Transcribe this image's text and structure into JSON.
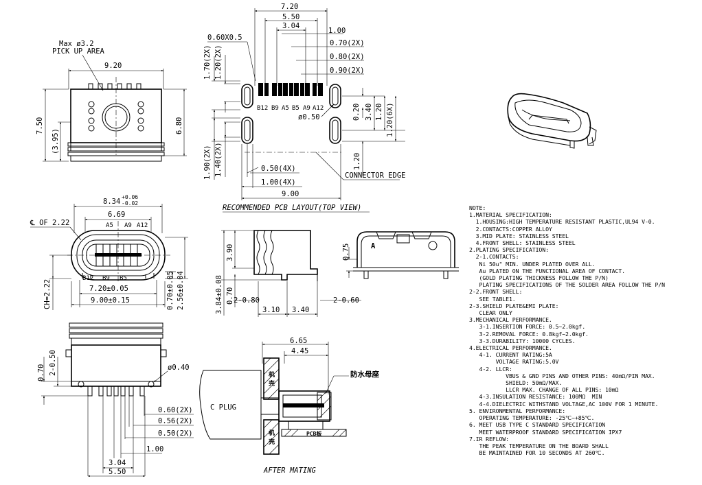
{
  "pcb_layout": {
    "title": "RECOMMENDED PCB LAYOUT(TOP VIEW)",
    "dims": {
      "w720": "7.20",
      "w550": "5.50",
      "w304": "3.04",
      "w100": "1.00",
      "w060x05": "0.60X0.5",
      "w070_2x": "0.70(2X)",
      "w080_2x": "0.80(2X)",
      "w090_2x": "0.90(2X)",
      "h170_2x": "1.70(2X)",
      "h120_2x": "1.20(2X)",
      "h190_2x": "1.90(2X)",
      "h140_2x": "1.40(2X)",
      "w050_4x": "0.50(4X)",
      "w100_4x": "1.00(4X)",
      "w900": "9.00",
      "d050": "ø0.50",
      "v020": "0.20",
      "v340": "3.40",
      "v120a": "1.20",
      "v120_6x": "1.20(6X)",
      "v120b": "1.20"
    },
    "pins": [
      "B12",
      "B9",
      "A5",
      "B5",
      "A9",
      "A12"
    ],
    "connector_edge": "CONNECTOR EDGE"
  },
  "top_view": {
    "max_label": "Max ø3.2",
    "pick_label": "PICK UP AREA",
    "w920": "9.20",
    "h750": "7.50",
    "h395": "(3.95)",
    "h680": "6.80"
  },
  "front_view": {
    "w834": "8.34",
    "tol_up": "+0.06",
    "tol_dn": "-0.02",
    "cl": "℄ OF 2.22",
    "w669": "6.69",
    "top_pins": [
      "A5",
      "A9",
      "A12"
    ],
    "bot_pins": [
      "B12",
      "B9",
      "B5"
    ],
    "w720": "7.20±0.05",
    "w900": "9.00±0.15",
    "ch": "CH=2.22",
    "h070": "0.70±0.05",
    "h256": "2.56±0.04"
  },
  "side_view": {
    "h390": "3.90",
    "h384": "3.84±0.08",
    "h070": "0.70",
    "w280": "2-0.80",
    "w310": "3.10",
    "w340": "3.40",
    "w260": "2-0.60",
    "h075": "0.75",
    "a_mark": "A"
  },
  "bottom_view": {
    "h070": "0.70",
    "h250": "2-0.50",
    "d040": "ø0.40",
    "w060_2x": "0.60(2X)",
    "w056_2x": "0.56(2X)",
    "w050_2x": "0.50(2X)",
    "w100": "1.00",
    "w304": "3.04",
    "w550": "5.50"
  },
  "mating": {
    "w665": "6.65",
    "w445": "4.45",
    "label_cn": "防水母座",
    "plug": "C PLUG",
    "shell_a": "机\n壳",
    "shell_b": "机\n壳",
    "pcb": "PCB板",
    "caption": "AFTER MATING"
  },
  "notes": [
    "NOTE:",
    "1.MATERIAL SPECIFICATION:",
    "  1.HOUSING:HIGH TEMPERATURE RESISTANT PLASTIC,UL94 V-0.",
    "  2.CONTACTS:COPPER ALLOY",
    "  3.MID PLATE: STAINLESS STEEL",
    "  4.FRONT SHELL: STAINLESS STEEL",
    "2.PLATING SPECIFICATION:",
    "  2-1.CONTACTS:",
    "   Ni 50u\" MIN. UNDER PLATED OVER ALL.",
    "   Au PLATED ON THE FUNCTIONAL AREA OF CONTACT.",
    "   (GOLD PLATING THICKNESS FOLLOW THE P/N)",
    "   PLATING SPECIFICATIONS OF THE SOLDER AREA FOLLOW THE P/N",
    "2-2.FRONT SHELL:",
    "   SEE TABLE1.",
    "2-3.SHIELD PLATE&EMI PLATE:",
    "   CLEAR ONLY",
    "3.MECHANICAL PERFORMANCE.",
    "   3-1.INSERTION FORCE: 0.5~2.0kgf.",
    "   3-2.REMOVAL FORCE: 0.8kgf~2.0kgf.",
    "   3-3.DURABILITY: 10000 CYCLES.",
    "4.ELECTRICAL PERFORMANCE.",
    "   4-1. CURRENT RATING:5A",
    "        VOLTAGE RATING:5.0V",
    "   4-2. LLCR:",
    "           VBUS & GND PINS AND OTHER PINS: 40mΩ/PIN MAX.",
    "           SHIELD: 50mΩ/MAX.",
    "           LLCR MAX. CHANGE OF ALL PINS: 10mΩ",
    "   4-3.INSULATION RESISTANCE: 100MΩ  MIN",
    "   4-4.DIELECTRIC WITHSTAND VOLTAGE,AC 100V FOR 1 MINUTE.",
    "5. ENVIRONMENTAL PERFORMANCE:",
    "   OPERATING TEMPERATURE: -25℃~+85℃.",
    "6. MEET USB TYPE C STANDARD SPECIFICATION",
    "   MEET WATERPROOF STANDARD SPECIFICATION IPX7",
    "7.IR REFLOW:",
    "   THE PEAK TEMPERATURE ON THE BOARD SHALL",
    "   BE MAINTAINED FOR 10 SECONDS AT 260℃."
  ]
}
